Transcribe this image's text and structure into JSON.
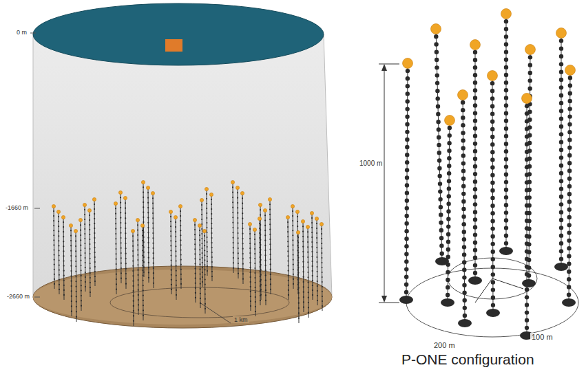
{
  "diagram": {
    "caption": "P-ONE configuration",
    "labels": [
      "0 m",
      "-1660 m",
      "-2660 m",
      "1 km",
      "1000 m",
      "200 m",
      "100 m"
    ]
  }
}
